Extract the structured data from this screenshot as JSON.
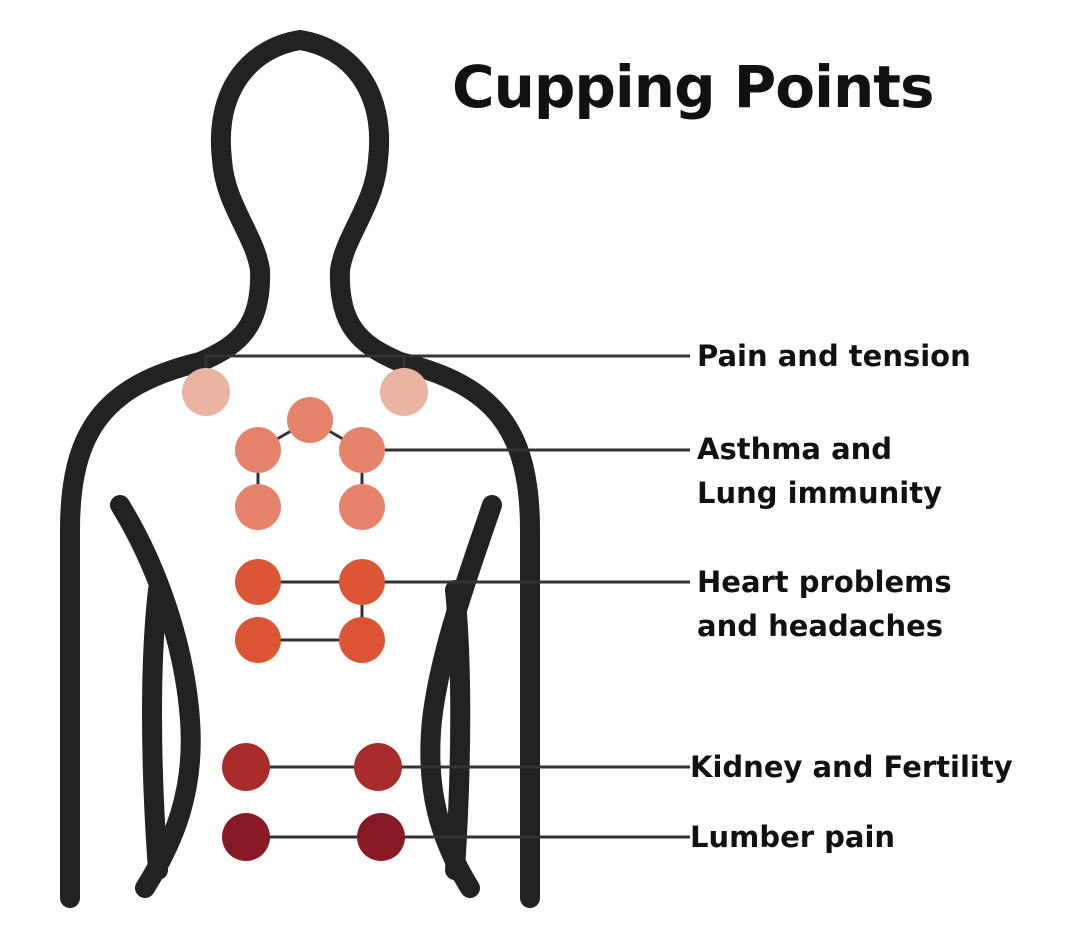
{
  "title": "Cupping Points",
  "colors": {
    "outline": "#222222",
    "leader_line": "#333333",
    "pain_tension": "#e8b3a0",
    "asthma_lung": "#e6826a",
    "heart_headaches": "#db5434",
    "kidney_fertility": "#a82c2c",
    "lumber": "#871a22"
  },
  "labels": {
    "pain_tension": "Pain and tension",
    "asthma_line1": "Asthma and",
    "asthma_line2": "Lung immunity",
    "heart_line1": "Heart problems",
    "heart_line2": "and headaches",
    "kidney": "Kidney and Fertility",
    "lumber": "Lumber pain"
  },
  "cupping_points": [
    {
      "name": "point-pain-left",
      "group": "pain_tension"
    },
    {
      "name": "point-pain-right",
      "group": "pain_tension"
    },
    {
      "name": "point-asthma-top",
      "group": "asthma_lung"
    },
    {
      "name": "point-asthma-left-upper",
      "group": "asthma_lung"
    },
    {
      "name": "point-asthma-right-upper",
      "group": "asthma_lung"
    },
    {
      "name": "point-asthma-left-lower",
      "group": "asthma_lung"
    },
    {
      "name": "point-asthma-right-lower",
      "group": "asthma_lung"
    },
    {
      "name": "point-heart-left-upper",
      "group": "heart_headaches"
    },
    {
      "name": "point-heart-right-upper",
      "group": "heart_headaches"
    },
    {
      "name": "point-heart-left-lower",
      "group": "heart_headaches"
    },
    {
      "name": "point-heart-right-lower",
      "group": "heart_headaches"
    },
    {
      "name": "point-kidney-left",
      "group": "kidney_fertility"
    },
    {
      "name": "point-kidney-right",
      "group": "kidney_fertility"
    },
    {
      "name": "point-lumber-left",
      "group": "lumber"
    },
    {
      "name": "point-lumber-right",
      "group": "lumber"
    }
  ]
}
